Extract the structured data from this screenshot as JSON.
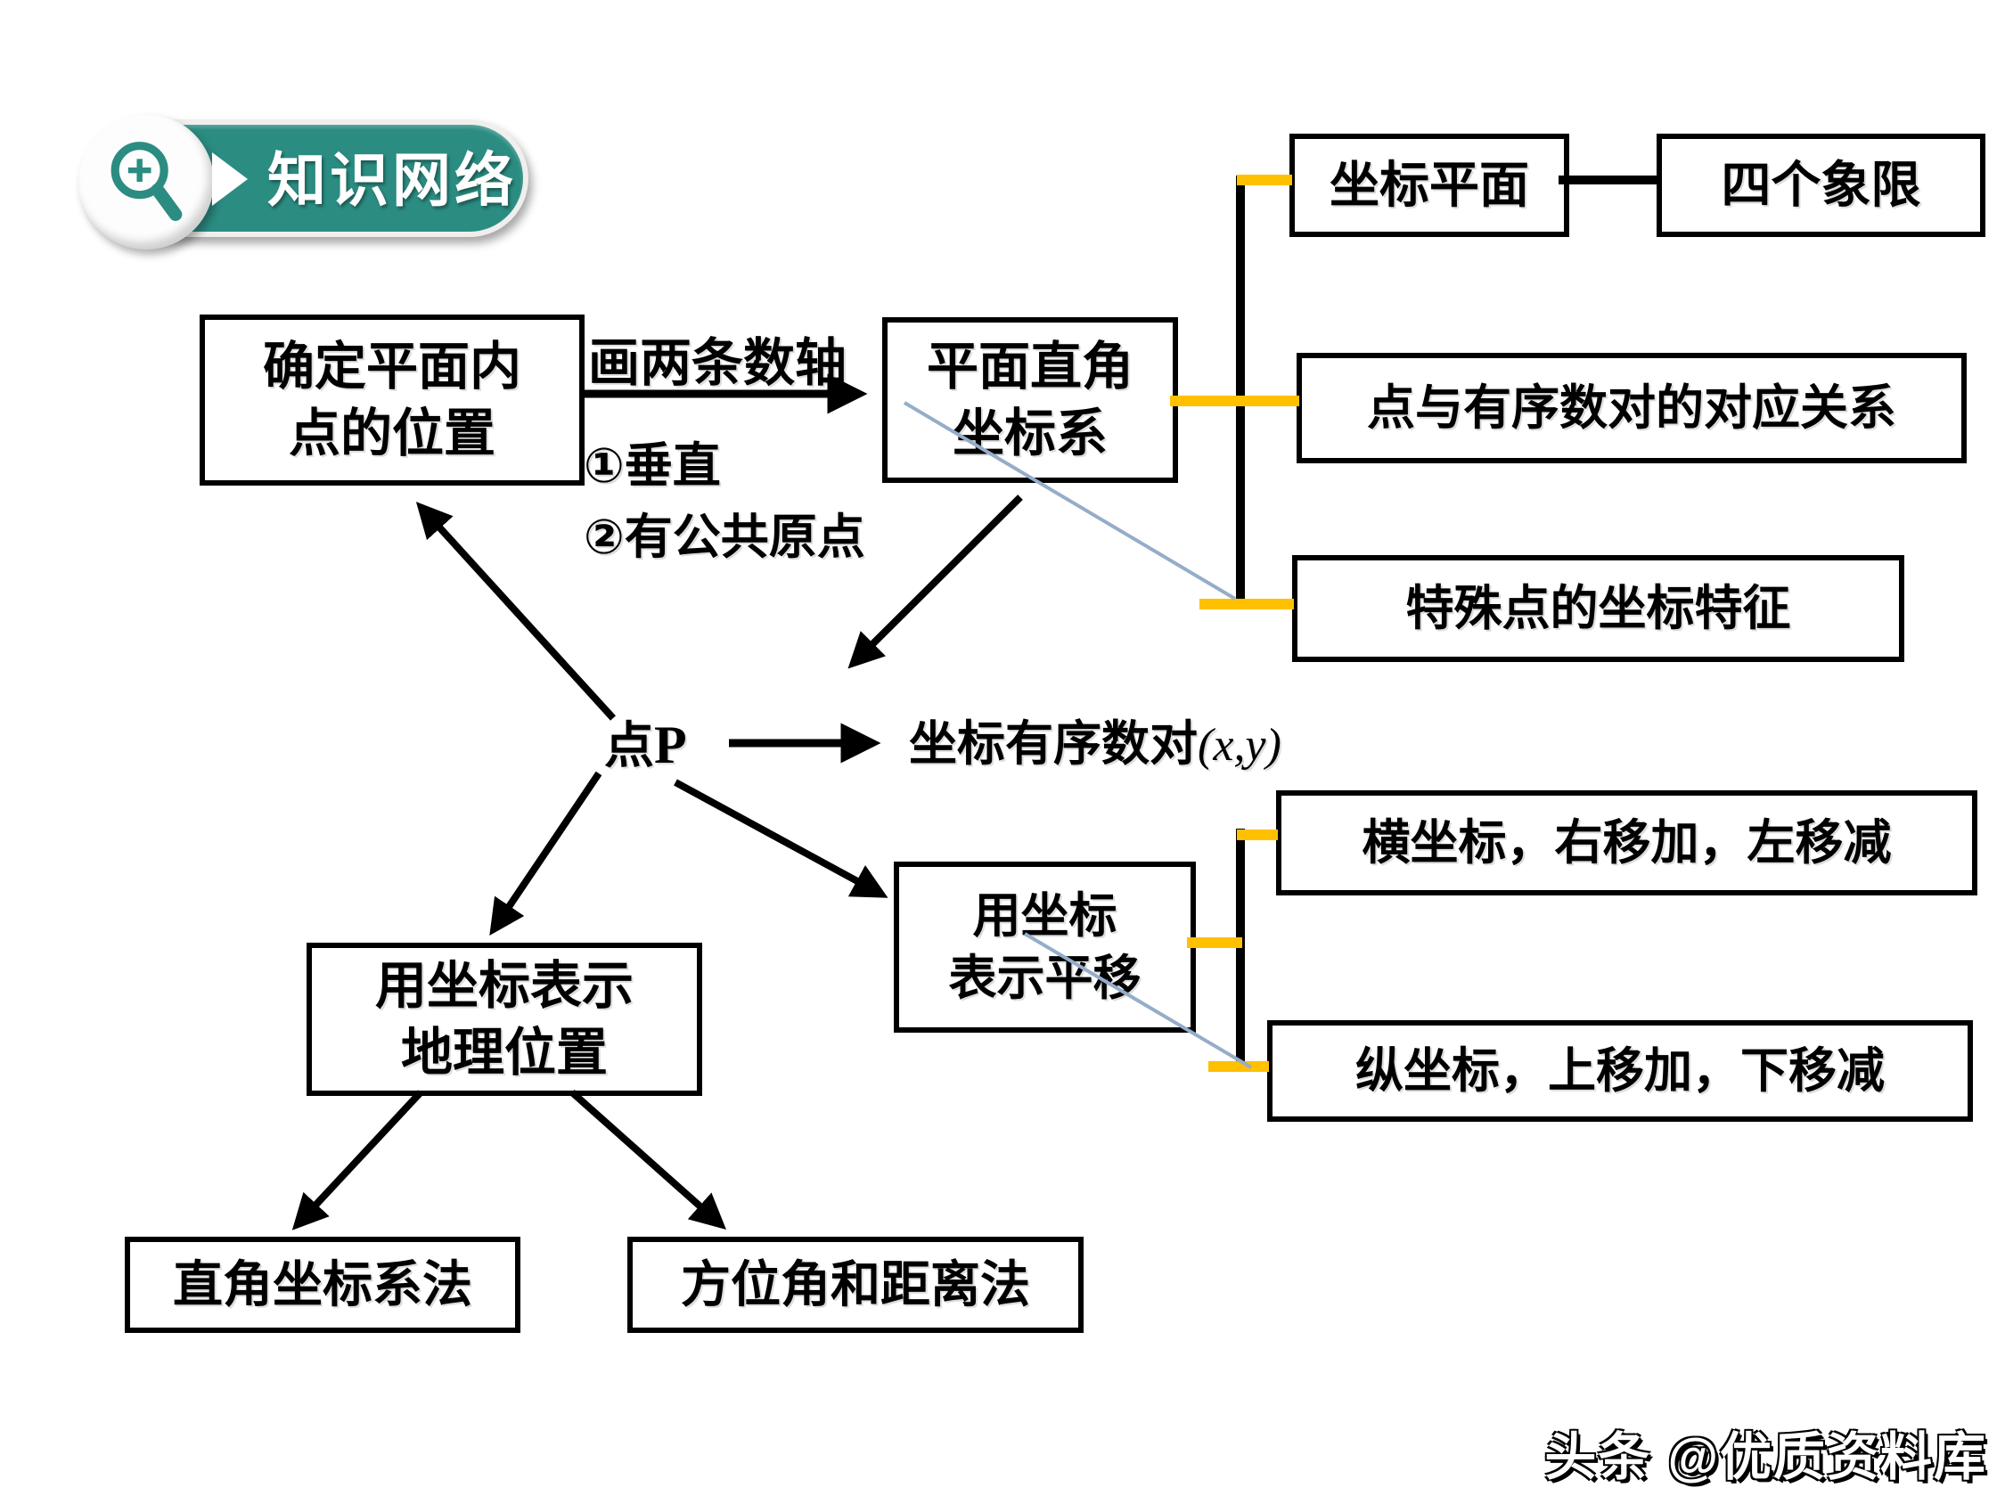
{
  "badge": {
    "label": "知识网络",
    "icon": "magnifier-zoom-icon"
  },
  "nodes": {
    "locate_point": "确定平面内\n点的位置",
    "rect_coord_system": "平面直角\n坐标系",
    "coord_plane": "坐标平面",
    "four_quadrants": "四个象限",
    "point_pair_correspondence": "点与有序数对的对应关系",
    "special_points": "特殊点的坐标特征",
    "translation_by_coords": "用坐标\n表示平移",
    "x_shift_rule": "横坐标，右移加，左移减",
    "y_shift_rule": "纵坐标，上移加，下移减",
    "geo_position": "用坐标表示\n地理位置",
    "rect_coord_method": "直角坐标系法",
    "bearing_distance_method": "方位角和距离法"
  },
  "labels": {
    "draw_axes": "画两条数轴",
    "step1": "①垂直",
    "step2": "②有公共原点",
    "point_p_prefix": "点",
    "point_p_letter": "P",
    "ordered_pair": "坐标有序数对",
    "ordered_pair_xy": "(x,y)"
  },
  "watermark": "头条 @优质资料库",
  "colors": {
    "badge_teal": "#2B8C82",
    "connector_yellow": "#FFC000",
    "line_black": "#000000",
    "stray_line_blue": "#94ADC9",
    "background": "#FFFFFF"
  }
}
